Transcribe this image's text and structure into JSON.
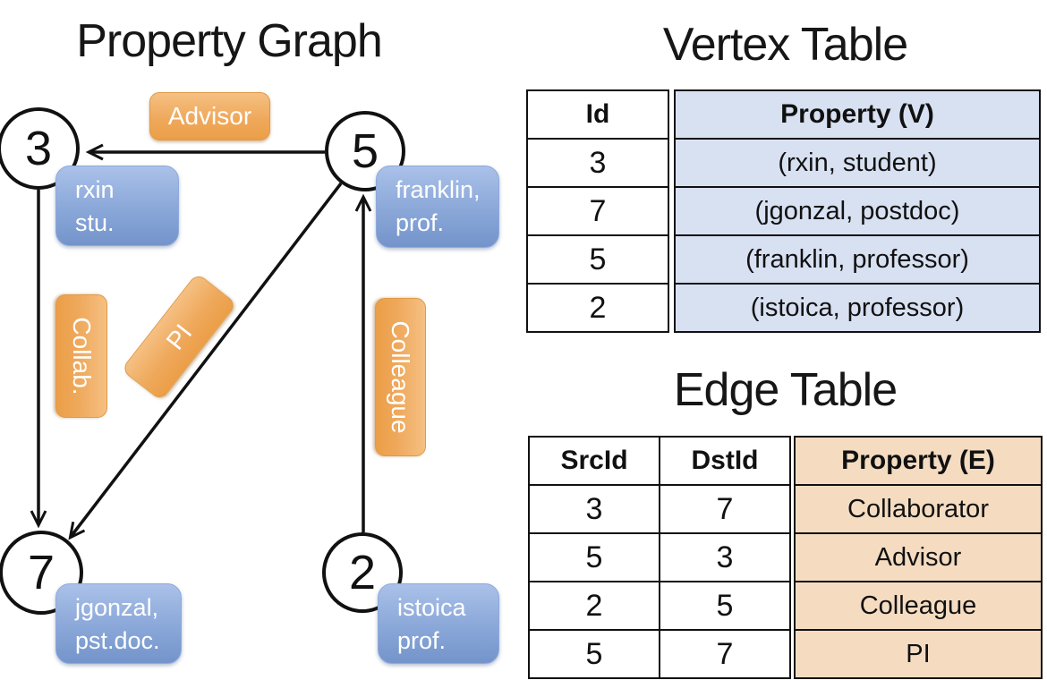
{
  "graph_panel": {
    "title": "Property Graph",
    "nodes": [
      {
        "id": "3",
        "property_lines": [
          "rxin",
          "stu."
        ]
      },
      {
        "id": "5",
        "property_lines": [
          "franklin,",
          "prof."
        ]
      },
      {
        "id": "7",
        "property_lines": [
          "jgonzal,",
          "pst.doc."
        ]
      },
      {
        "id": "2",
        "property_lines": [
          "istoica",
          "prof."
        ]
      }
    ],
    "edge_labels": {
      "advisor": "Advisor",
      "collab": "Collab.",
      "pi": "PI",
      "colleague": "Colleague"
    }
  },
  "vertex_table": {
    "title": "Vertex Table",
    "headers": {
      "id": "Id",
      "property": "Property (V)"
    },
    "rows": [
      {
        "id": "3",
        "property": "(rxin, student)"
      },
      {
        "id": "7",
        "property": "(jgonzal, postdoc)"
      },
      {
        "id": "5",
        "property": "(franklin, professor)"
      },
      {
        "id": "2",
        "property": "(istoica, professor)"
      }
    ]
  },
  "edge_table": {
    "title": "Edge Table",
    "headers": {
      "src": "SrcId",
      "dst": "DstId",
      "property": "Property (E)"
    },
    "rows": [
      {
        "src": "3",
        "dst": "7",
        "property": "Collaborator"
      },
      {
        "src": "5",
        "dst": "3",
        "property": "Advisor"
      },
      {
        "src": "2",
        "dst": "5",
        "property": "Colleague"
      },
      {
        "src": "5",
        "dst": "7",
        "property": "PI"
      }
    ]
  },
  "colors": {
    "edge_label_orange": "#eb9e47",
    "vertex_property_blue": "#7394cb",
    "vertex_table_column_fill": "#d8e1f2",
    "edge_table_column_fill": "#f5dcc1",
    "line_black": "#111111"
  }
}
